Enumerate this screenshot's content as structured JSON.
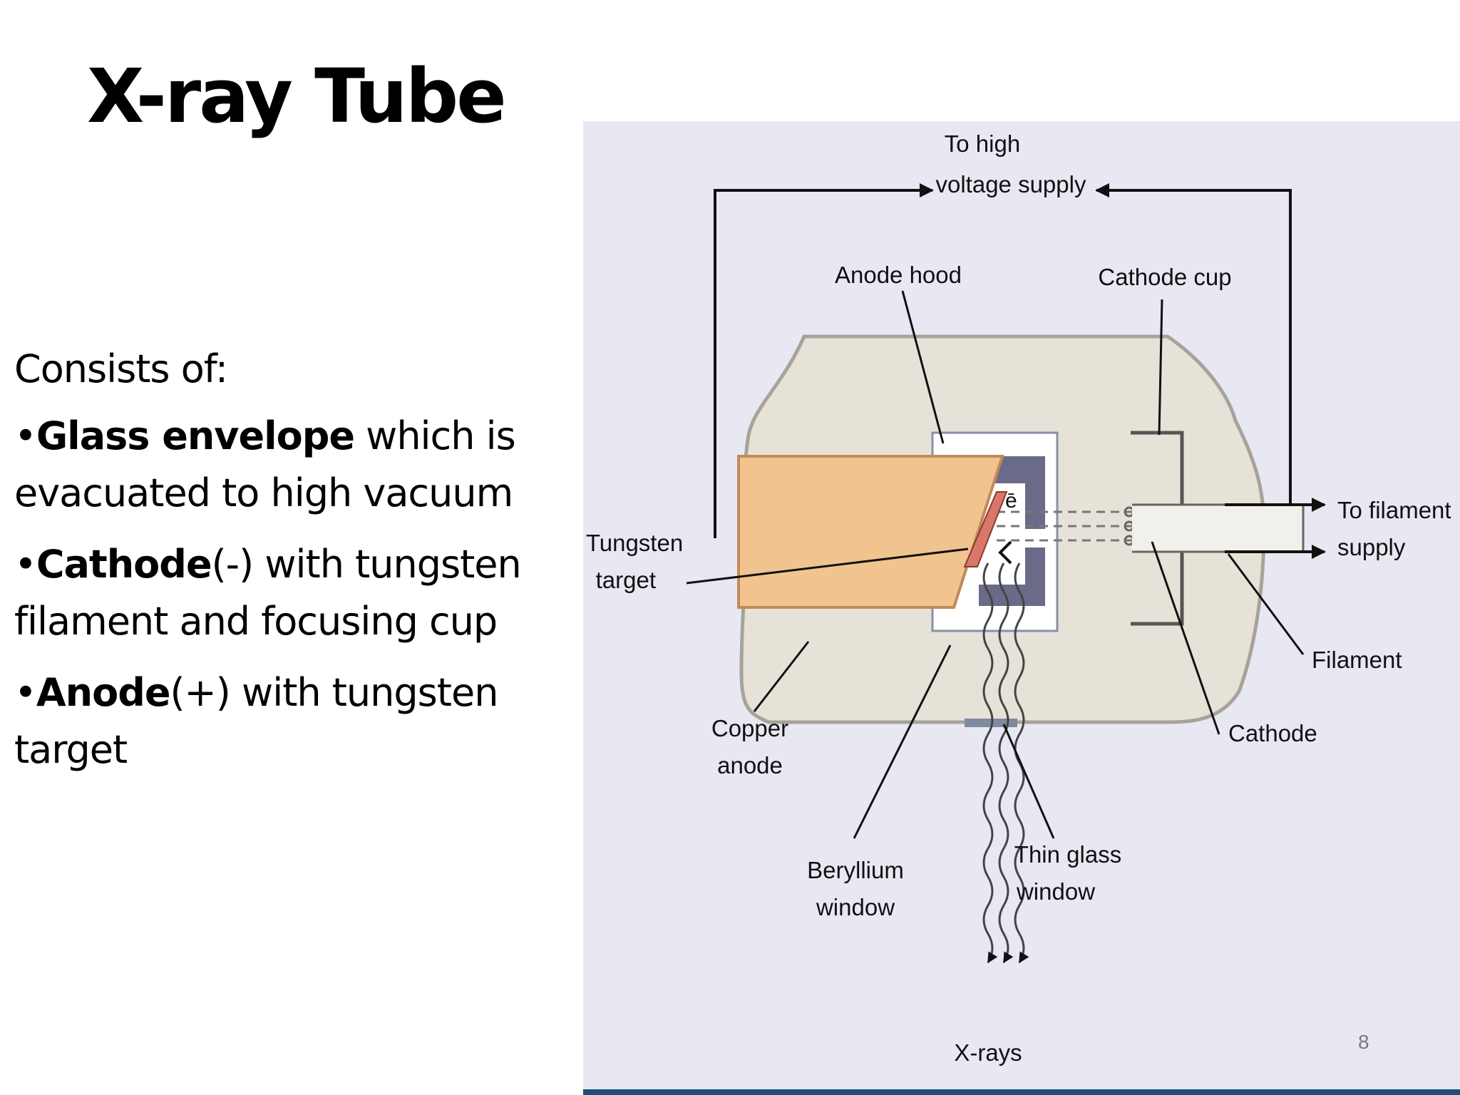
{
  "slide": {
    "title": "X-ray Tube",
    "intro": "Consists of:",
    "bullets": [
      {
        "bullet": "•",
        "bold": "Glass envelope",
        "rest": " which is evacuated to high vacuum"
      },
      {
        "bullet": "•",
        "bold": "Cathode",
        "rest": "(-) with tungsten filament and focusing cup"
      },
      {
        "bullet": "•",
        "bold": "Anode",
        "rest": "(+) with tungsten target"
      }
    ],
    "page_number": "8"
  },
  "figure": {
    "colors": {
      "background": "#e8e8f3",
      "envelope": "#e7e2d8",
      "envelope_border": "#a8a39a",
      "copper": "#f1c48f",
      "copper_border": "#c2895a",
      "target": "#d9786a",
      "hood": "#696b88",
      "line": "#111111",
      "bottom_bar": "#1f4e79"
    },
    "labels": {
      "high_voltage": [
        "To high",
        "voltage supply"
      ],
      "anode_hood": "Anode hood",
      "cathode_cup": "Cathode cup",
      "tungsten_target": [
        "Tungsten",
        "target"
      ],
      "filament_supply": [
        "To filament",
        "supply"
      ],
      "filament": "Filament",
      "cathode": "Cathode",
      "copper_anode": [
        "Copper",
        "anode"
      ],
      "beryllium_window": [
        "Beryllium",
        "window"
      ],
      "thin_glass_window": [
        "Thin glass",
        "window"
      ],
      "x_rays": "X-rays",
      "electron": "ē"
    }
  }
}
